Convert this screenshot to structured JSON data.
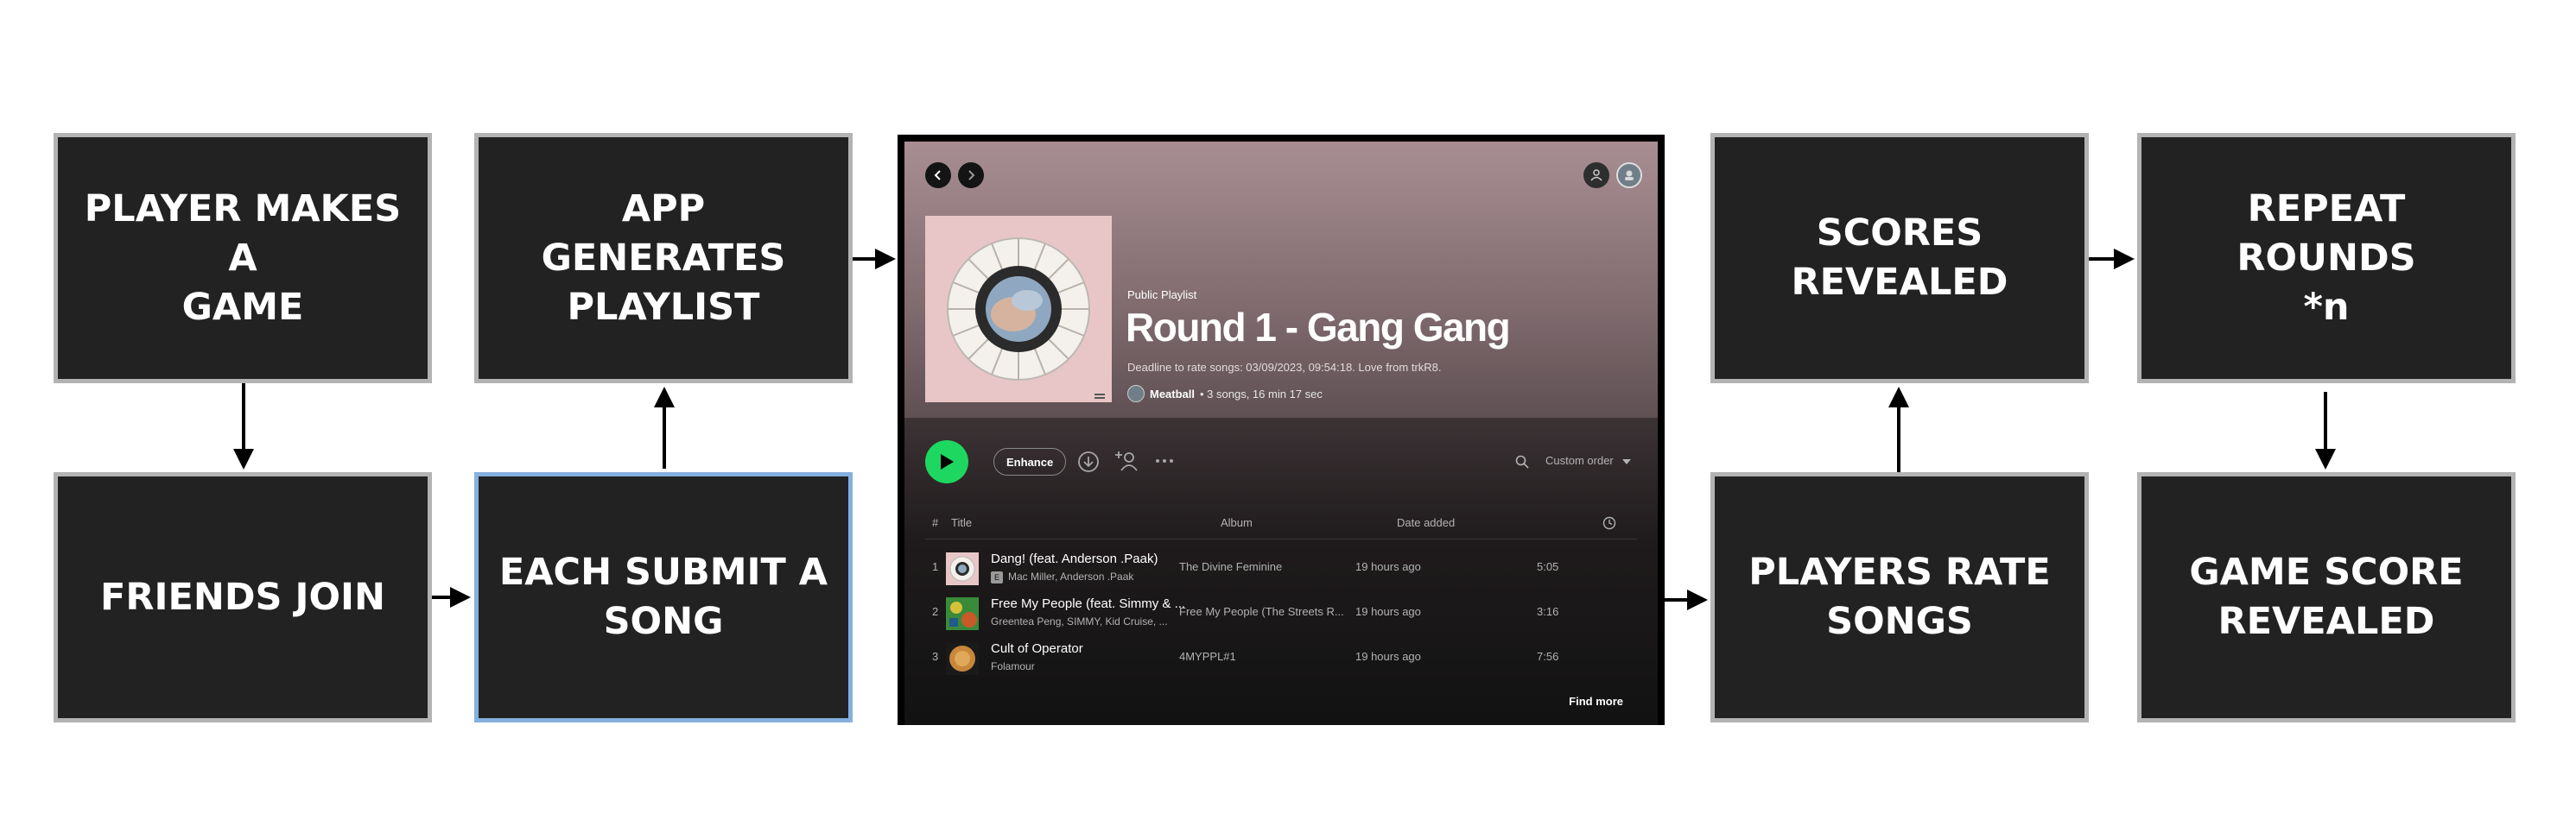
{
  "flow": {
    "player_makes_game": "PLAYER MAKES A\nGAME",
    "friends_join": "FRIENDS JOIN",
    "each_submit_song": "EACH SUBMIT A\nSONG",
    "app_generates_playlist": "APP GENERATES\nPLAYLIST",
    "scores_revealed": "SCORES\nREVEALED",
    "players_rate_songs": "PLAYERS RATE\nSONGS",
    "repeat_rounds": "REPEAT ROUNDS\n*n",
    "game_score_revealed": "GAME SCORE\nREVEALED"
  },
  "colors": {
    "box_fill": "#222222",
    "box_border": "#b3b3b3",
    "highlight_border": "#84b0de",
    "spotify_green": "#1ed760"
  },
  "playlist": {
    "type": "Public Playlist",
    "title": "Round 1 - Gang Gang",
    "description": "Deadline to rate songs: 03/09/2023, 09:54:18. Love from trkR8.",
    "owner": "Meatball",
    "stats": "• 3 songs, 16 min 17 sec",
    "enhance_label": "Enhance",
    "sort_label": "Custom order",
    "find_more": "Find more",
    "columns": {
      "num": "#",
      "title": "Title",
      "album": "Album",
      "date_added": "Date added"
    },
    "tracks": [
      {
        "num": "1",
        "title": "Dang! (feat. Anderson .Paak)",
        "artists": "Mac Miller, Anderson .Paak",
        "explicit": "E",
        "album": "The Divine Feminine",
        "date_added": "19 hours ago",
        "duration": "5:05"
      },
      {
        "num": "2",
        "title": "Free My People (feat. Simmy & ...",
        "artists": "Greentea Peng, SIMMY, Kid Cruise, ...",
        "album": "Free My People (The Streets R...",
        "date_added": "19 hours ago",
        "duration": "3:16"
      },
      {
        "num": "3",
        "title": "Cult of Operator",
        "artists": "Folamour",
        "album": "4MYPPL#1",
        "date_added": "19 hours ago",
        "duration": "7:56"
      }
    ]
  }
}
